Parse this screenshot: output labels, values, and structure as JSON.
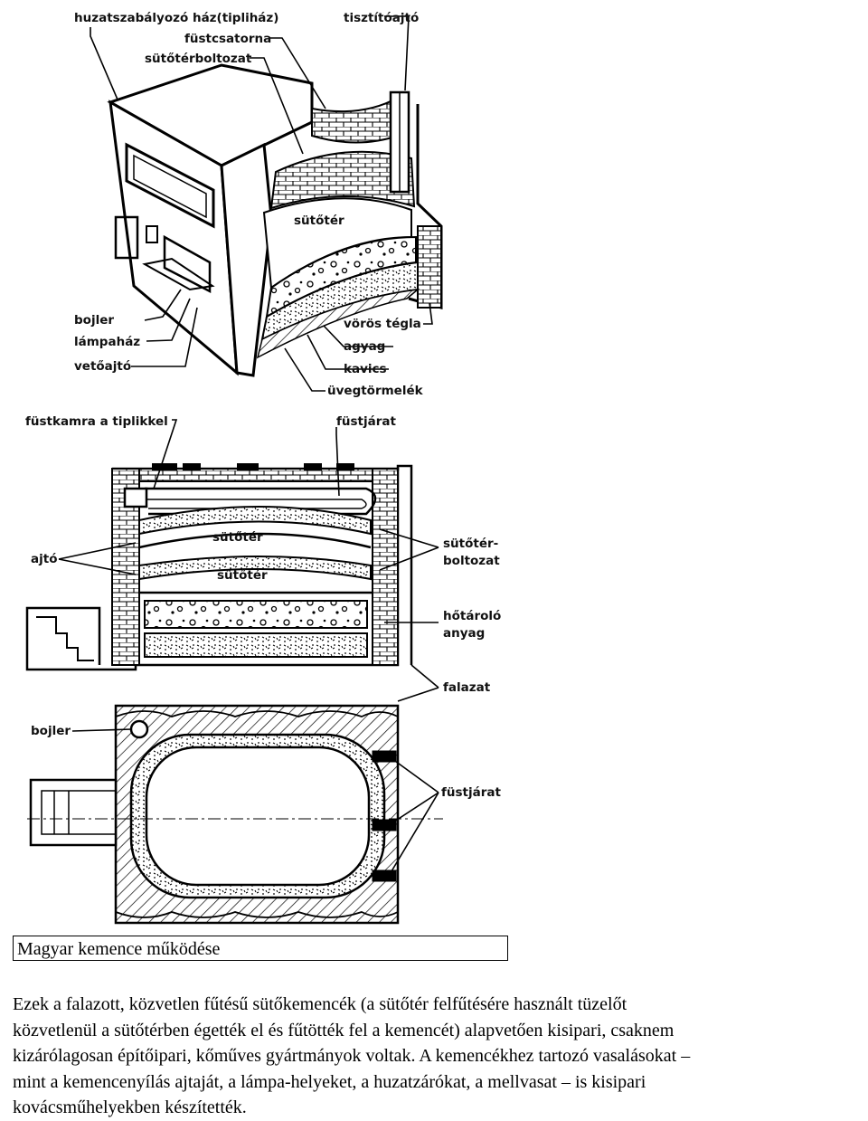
{
  "diagram": {
    "top_labels": {
      "huzat": "huzatszabályozó ház(tipliház)",
      "tisztito": "tisztítóajtó",
      "fustcsatorna": "füstcsatorna",
      "sutoter_boltozat": "sütőtérboltozat",
      "sutoter": "sütőtér",
      "bojler": "bojler",
      "lampahaz": "lámpaház",
      "vetoajto": "vetőajtó",
      "voros_tegla": "vörös tégla",
      "agyag": "agyag",
      "kavics": "kavics",
      "uvegtormelek": "üvegtörmelék"
    },
    "section_labels": {
      "fustkamra": "füstkamra a tiplikkel",
      "fustjarat": "füstjárat",
      "ajto": "ajtó",
      "sutoter_upper": "sütőtér",
      "sutoter_lower": "sütőtér",
      "boltozat_line1": "sütőtér-",
      "boltozat_line2": "boltozat",
      "hotarolo_line1": "hőtároló",
      "hotarolo_line2": "anyag",
      "falazat": "falazat"
    },
    "plan_labels": {
      "bojler": "bojler",
      "fustjarat": "füstjárat"
    }
  },
  "caption": "Magyar kemence működése",
  "body_lines": [
    "Ezek a falazott, közvetlen fűtésű sütőkemencék (a sütőtér felfűtésére használt tüzelőt",
    "közvetlenül a sütőtérben égették el és fűtötték fel a kemencét) alapvetően kisipari, csaknem",
    "kizárólagosan építőipari, kőműves gyártmányok voltak. A kemencékhez tartozó vasalásokat –",
    "mint a kemencenyílás ajtaját, a lámpa-helyeket, a huzatzárókat, a mellvasat – is kisipari",
    "kovácsműhelyekben készítették."
  ]
}
